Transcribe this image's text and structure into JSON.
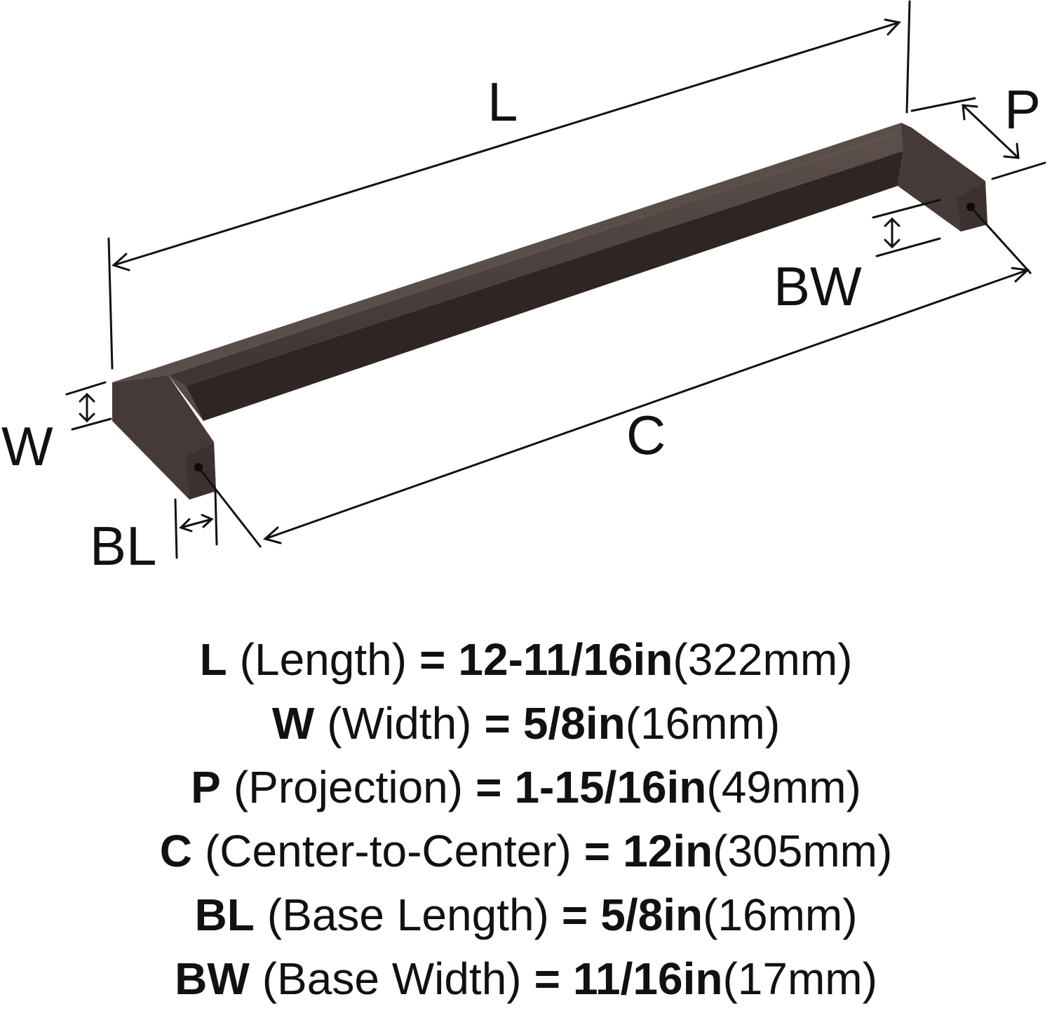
{
  "diagram": {
    "product": "cabinet-pull-handle",
    "finish_color": "#4f4341",
    "line_color": "#111111",
    "labels": {
      "L": "L",
      "P": "P",
      "BW": "BW",
      "W": "W",
      "C": "C",
      "BL": "BL"
    }
  },
  "specs": [
    {
      "code": "L",
      "name": "(Length)",
      "eq": "=",
      "imperial": "12-11/16in",
      "metric": "(322mm)"
    },
    {
      "code": "W",
      "name": "(Width)",
      "eq": "=",
      "imperial": "5/8in",
      "metric": "(16mm)"
    },
    {
      "code": "P",
      "name": "(Projection)",
      "eq": "=",
      "imperial": "1-15/16in",
      "metric": "(49mm)"
    },
    {
      "code": "C",
      "name": "(Center-to-Center)",
      "eq": "=",
      "imperial": "12in",
      "metric": "(305mm)"
    },
    {
      "code": "BL",
      "name": "(Base Length)",
      "eq": "=",
      "imperial": "5/8in",
      "metric": "(16mm)"
    },
    {
      "code": "BW",
      "name": "(Base Width)",
      "eq": "=",
      "imperial": "11/16in",
      "metric": "(17mm)"
    }
  ]
}
